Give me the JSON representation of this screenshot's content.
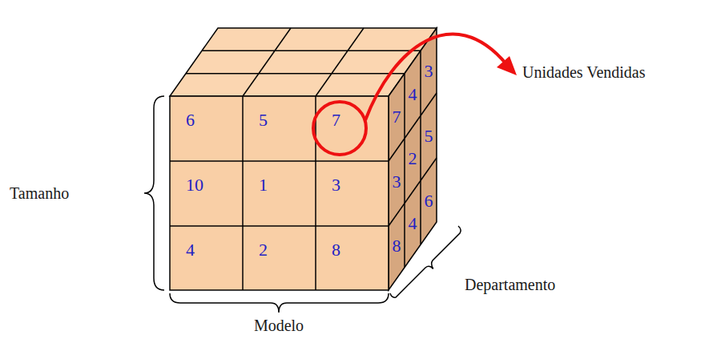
{
  "diagram": {
    "labels": [
      "6",
      "5",
      "7",
      "10",
      "1",
      "3",
      "4",
      "2",
      "8",
      "7",
      "4",
      "3",
      "3",
      "2",
      "5",
      "8",
      "4",
      "6",
      "Unidades Vendidas",
      "Tamanho",
      "Departamento",
      "Modelo"
    ]
  }
}
